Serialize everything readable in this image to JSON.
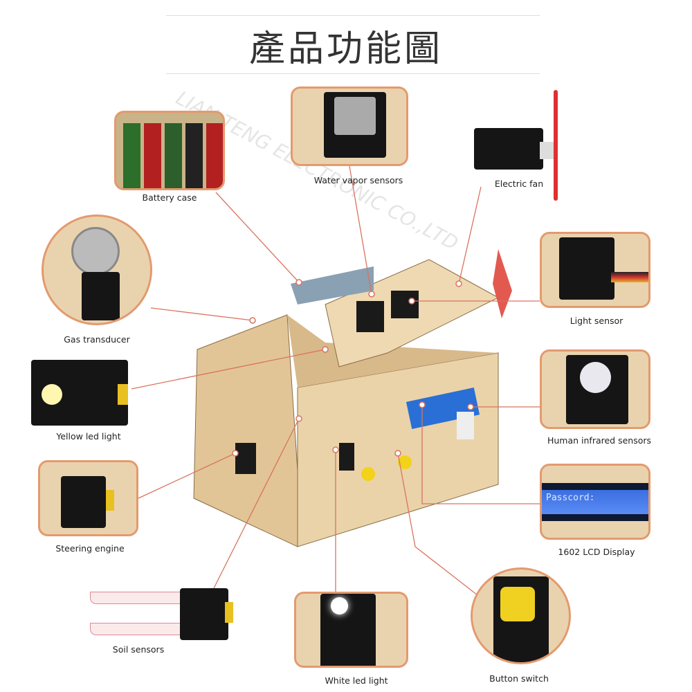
{
  "title": "產品功能圖",
  "lcd_text": "Passcord:",
  "labels": {
    "battery": "Battery case",
    "water_vapor": "Water vapor sensors",
    "fan": "Electric fan",
    "gas": "Gas transducer",
    "light": "Light sensor",
    "yellow_led": "Yellow led light",
    "pir": "Human infrared sensors",
    "servo": "Steering engine",
    "lcd": "1602 LCD Display",
    "soil": "Soil sensors",
    "white_led": "White led light",
    "button": "Button switch"
  },
  "colors": {
    "accent": "#e39a6e",
    "line": "#d9735f",
    "wood": "#e6cfa4",
    "pcb": "#151515"
  }
}
